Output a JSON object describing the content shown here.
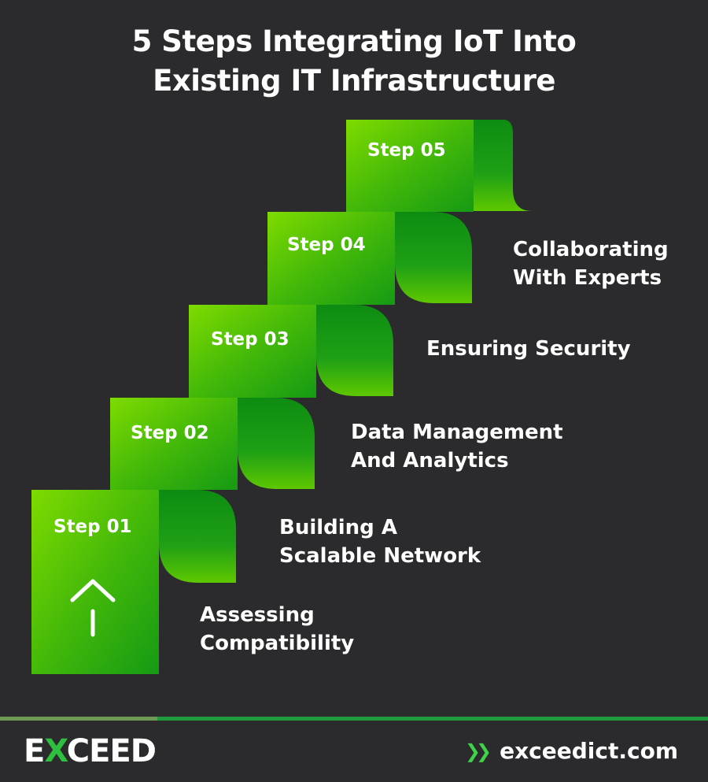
{
  "title": {
    "line1": "5 Steps Integrating IoT Into",
    "line2": "Existing IT Infrastructure"
  },
  "steps": [
    {
      "label": "Step 01",
      "desc_line1": "Assessing",
      "desc_line2": "Compatibility"
    },
    {
      "label": "Step 02",
      "desc_line1": "Building A",
      "desc_line2": "Scalable Network"
    },
    {
      "label": "Step 03",
      "desc_line1": "Data Management",
      "desc_line2": "And Analytics"
    },
    {
      "label": "Step 04",
      "desc_line1": "Ensuring Security",
      "desc_line2": ""
    },
    {
      "label": "Step 05",
      "desc_line1": "Collaborating",
      "desc_line2": "With Experts"
    }
  ],
  "footer": {
    "brand_prefix": "E",
    "brand_x": "X",
    "brand_suffix": "CEED",
    "website": "exceedict.com",
    "chevron_icon": "double-chevron-right-icon"
  },
  "colors": {
    "background": "#2b2b2d",
    "green_light": "#78d400",
    "green_dark": "#0e8f10",
    "accent": "#2fbf3f"
  }
}
